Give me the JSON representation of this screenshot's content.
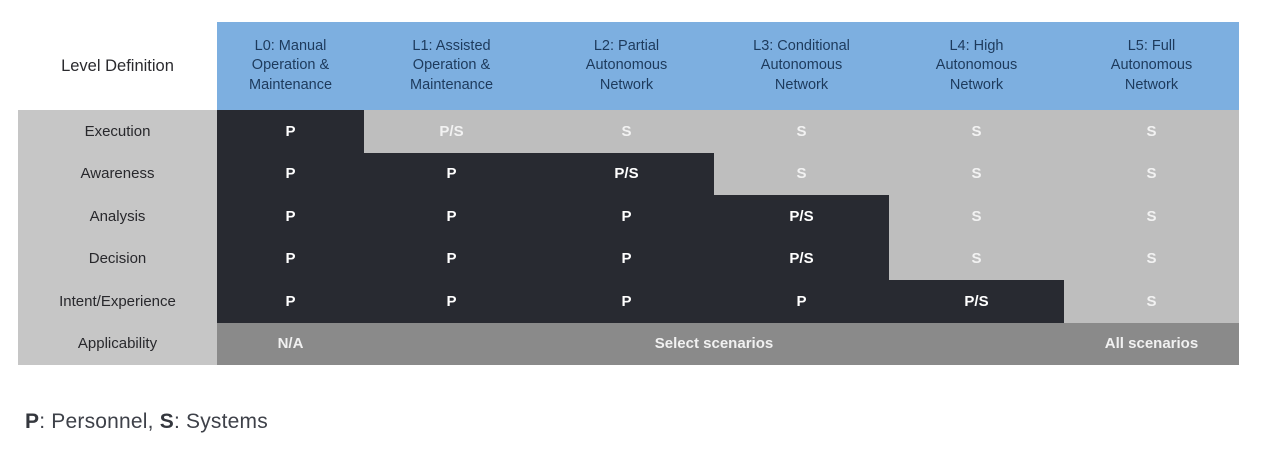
{
  "figure": {
    "corner_label": "Level Definition",
    "columns": [
      {
        "id": "L0",
        "label": "L0: Manual\nOperation &\nMaintenance"
      },
      {
        "id": "L1",
        "label": "L1: Assisted\nOperation &\nMaintenance"
      },
      {
        "id": "L2",
        "label": "L2: Partial\nAutonomous\nNetwork"
      },
      {
        "id": "L3",
        "label": "L3: Conditional\nAutonomous\nNetwork"
      },
      {
        "id": "L4",
        "label": "L4: High\nAutonomous\nNetwork"
      },
      {
        "id": "L5",
        "label": "L5: Full\nAutonomous\nNetwork"
      }
    ],
    "rows": [
      {
        "label": "Execution",
        "cells": [
          {
            "text": "P",
            "zone": "personnel"
          },
          {
            "text": "P/S",
            "zone": "systems"
          },
          {
            "text": "S",
            "zone": "systems"
          },
          {
            "text": "S",
            "zone": "systems"
          },
          {
            "text": "S",
            "zone": "systems"
          },
          {
            "text": "S",
            "zone": "systems"
          }
        ]
      },
      {
        "label": "Awareness",
        "cells": [
          {
            "text": "P",
            "zone": "personnel"
          },
          {
            "text": "P",
            "zone": "personnel"
          },
          {
            "text": "P/S",
            "zone": "personnel"
          },
          {
            "text": "S",
            "zone": "systems"
          },
          {
            "text": "S",
            "zone": "systems"
          },
          {
            "text": "S",
            "zone": "systems"
          }
        ]
      },
      {
        "label": "Analysis",
        "cells": [
          {
            "text": "P",
            "zone": "personnel"
          },
          {
            "text": "P",
            "zone": "personnel"
          },
          {
            "text": "P",
            "zone": "personnel"
          },
          {
            "text": "P/S",
            "zone": "personnel"
          },
          {
            "text": "S",
            "zone": "systems"
          },
          {
            "text": "S",
            "zone": "systems"
          }
        ]
      },
      {
        "label": "Decision",
        "cells": [
          {
            "text": "P",
            "zone": "personnel"
          },
          {
            "text": "P",
            "zone": "personnel"
          },
          {
            "text": "P",
            "zone": "personnel"
          },
          {
            "text": "P/S",
            "zone": "personnel"
          },
          {
            "text": "S",
            "zone": "systems"
          },
          {
            "text": "S",
            "zone": "systems"
          }
        ]
      },
      {
        "label": "Intent/Experience",
        "cells": [
          {
            "text": "P",
            "zone": "personnel"
          },
          {
            "text": "P",
            "zone": "personnel"
          },
          {
            "text": "P",
            "zone": "personnel"
          },
          {
            "text": "P",
            "zone": "personnel"
          },
          {
            "text": "P/S",
            "zone": "personnel"
          },
          {
            "text": "S",
            "zone": "systems"
          }
        ]
      }
    ],
    "applicability": {
      "label": "Applicability",
      "values": [
        {
          "text": "N/A",
          "columns": "L0"
        },
        {
          "text": "Select scenarios",
          "columns": "L1-L4"
        },
        {
          "text": "All scenarios",
          "columns": "L5"
        }
      ]
    },
    "legend": {
      "parts": [
        {
          "text": "P",
          "bold": true
        },
        {
          "text": ": Personnel, ",
          "bold": false
        },
        {
          "text": "S",
          "bold": true
        },
        {
          "text": ": Systems",
          "bold": false
        }
      ]
    },
    "colors": {
      "header_bg": "#7dafe0",
      "header_text": "#1d3a5c",
      "personnel_cell_bg": "#282a31",
      "systems_cell_bg": "#bebebe",
      "row_label_bg": "#c6c6c6",
      "applicability_bg": "#8a8a8a",
      "cell_text": "#ffffff"
    }
  }
}
